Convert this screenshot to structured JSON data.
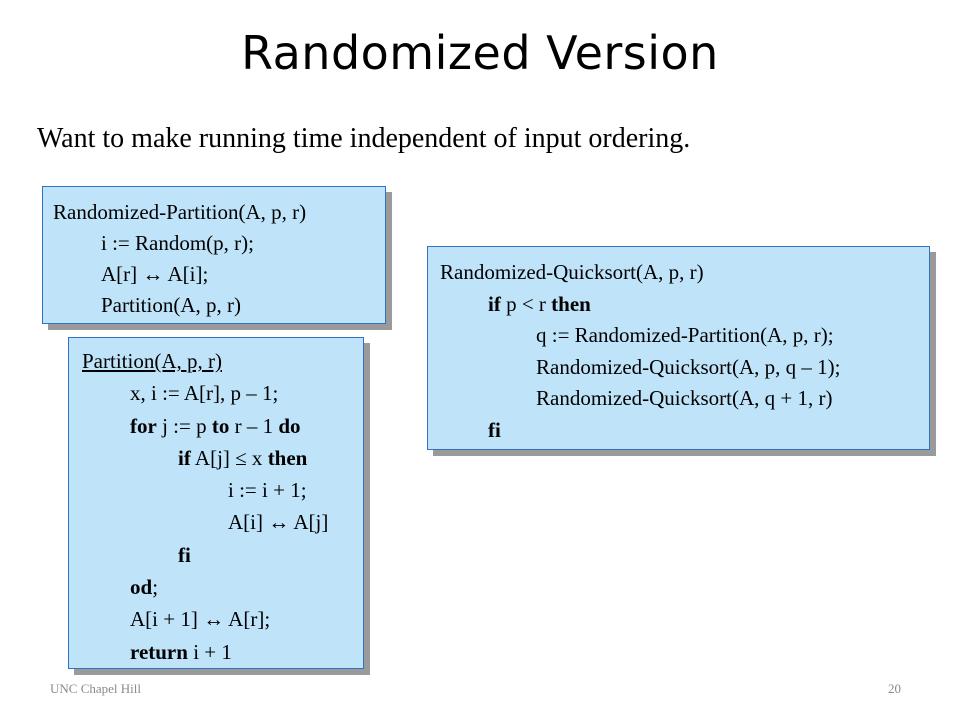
{
  "slide": {
    "title": "Randomized Version",
    "subtitle": "Want to make running time independent of input ordering.",
    "footer_left": "UNC Chapel Hill",
    "page_number": "20"
  },
  "randomized_partition": {
    "header": "Randomized-Partition(A, p, r)",
    "line1": "i := Random(p, r);",
    "line2": "A[r] ↔ A[i];",
    "line3": "Partition(A, p, r)"
  },
  "partition": {
    "header": "Partition(A, p, r)",
    "l1": "x, i := A[r], p – 1;",
    "l2_kw_for": "for",
    "l2_mid": " j := p ",
    "l2_kw_to": "to",
    "l2_mid2": " r – 1 ",
    "l2_kw_do": "do",
    "l3_kw_if": "if",
    "l3_mid": " A[j] ≤ x ",
    "l3_kw_then": "then",
    "l4": "i := i + 1;",
    "l5": "A[i] ↔ A[j]",
    "l6_kw_fi": "fi",
    "l7_kw_od": "od",
    "l7_semi": ";",
    "l8": "A[i + 1] ↔ A[r];",
    "l9_kw_return": "return",
    "l9_rest": " i + 1"
  },
  "quicksort": {
    "header": "Randomized-Quicksort(A, p, r)",
    "l1_kw_if": "if",
    "l1_mid": " p < r ",
    "l1_kw_then": "then",
    "l2": "q := Randomized-Partition(A, p, r);",
    "l3": "Randomized-Quicksort(A, p, q – 1);",
    "l4": "Randomized-Quicksort(A, q + 1, r)",
    "l5_kw_fi": "fi"
  }
}
